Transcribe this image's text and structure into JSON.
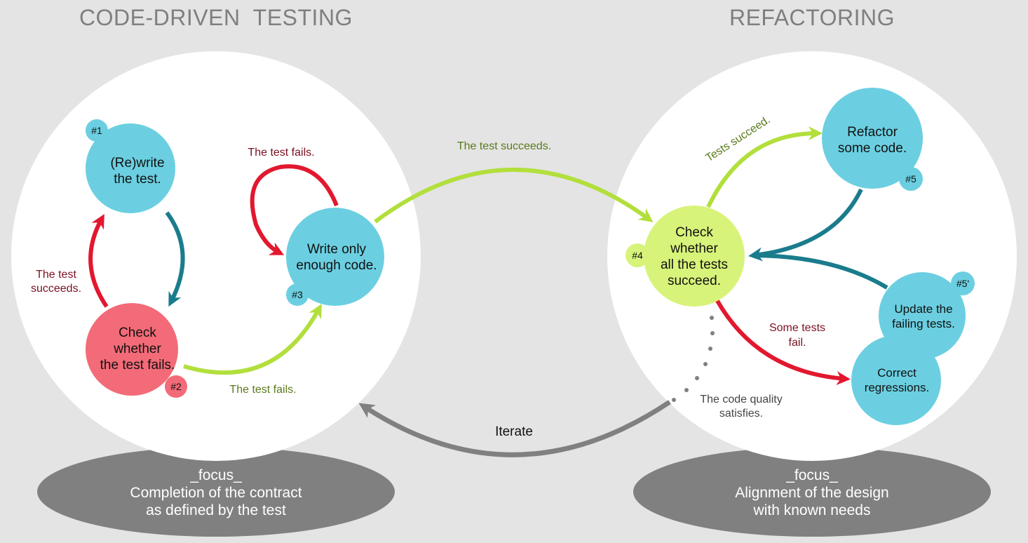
{
  "colors": {
    "background": "#e4e4e4",
    "section_circle": "#ffffff",
    "focus_ellipse": "#808080",
    "node_blue": "#6bcfe1",
    "node_red": "#f36b78",
    "node_green": "#d8f37a",
    "arrow_red": "#e2182f",
    "arrow_green": "#b2df3c",
    "arrow_teal": "#1a7c8c",
    "arrow_gray": "#808080",
    "label_red": "#7a1020",
    "label_green": "#5a7a1a",
    "label_gray": "#444444",
    "title_gray": "#7f7f7f"
  },
  "sections": {
    "left": {
      "title": "CODE-DRIVEN  TESTING",
      "focus": {
        "heading": "_focus_",
        "line1": "Completion of the contract",
        "line2": "as defined by the test"
      }
    },
    "right": {
      "title": "REFACTORING",
      "focus": {
        "heading": "_focus_",
        "line1": "Alignment of the design",
        "line2": "with known needs"
      }
    }
  },
  "nodes": {
    "n1": {
      "badge": "#1",
      "lines": [
        "(Re)write",
        "the test."
      ]
    },
    "n2": {
      "badge": "#2",
      "lines": [
        "Check",
        "whether",
        "the test fails."
      ]
    },
    "n3": {
      "badge": "#3",
      "lines": [
        "Write only",
        "enough code."
      ]
    },
    "n4": {
      "badge": "#4",
      "lines": [
        "Check",
        "whether",
        "all the tests",
        "succeed."
      ]
    },
    "n5": {
      "badge": "#5",
      "lines": [
        "Refactor",
        "some code."
      ]
    },
    "n5p": {
      "badge": "#5'",
      "lines": [
        "Update the",
        "failing tests."
      ]
    },
    "n6": {
      "lines": [
        "Correct",
        "regressions."
      ]
    }
  },
  "edges": {
    "e2to1": {
      "lines": [
        "The test",
        "succeeds."
      ]
    },
    "e3loop": {
      "lines": [
        "The test fails."
      ]
    },
    "e2to3": {
      "lines": [
        "The test fails."
      ]
    },
    "e3to4": {
      "lines": [
        "The test succeeds."
      ]
    },
    "e4to5": {
      "lines": [
        "Tests succeed."
      ]
    },
    "e4to6": {
      "lines": [
        "Some tests",
        "fail."
      ]
    },
    "quality": {
      "lines": [
        "The code quality",
        "satisfies."
      ]
    },
    "iterate": {
      "lines": [
        "Iterate"
      ]
    }
  }
}
